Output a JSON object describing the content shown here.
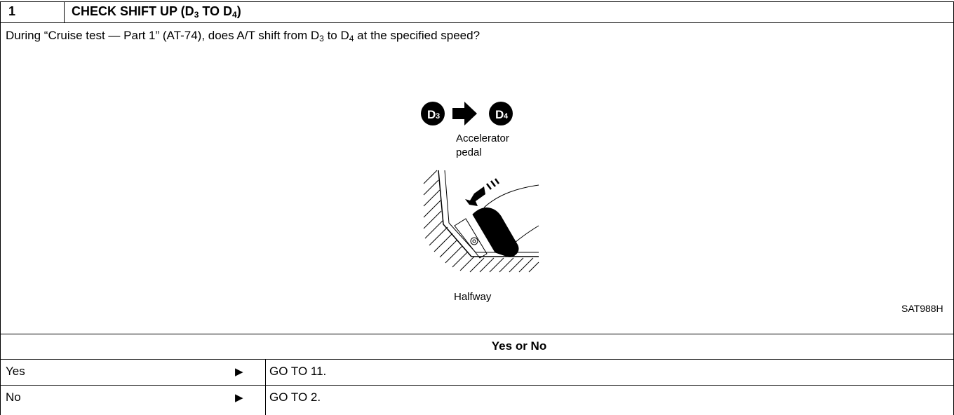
{
  "step": {
    "number": "1",
    "title_prefix": "CHECK SHIFT UP (D",
    "title_sub1": "3",
    "title_mid": " TO D",
    "title_sub2": "4",
    "title_suffix": ")"
  },
  "question": {
    "part1": "During “Cruise test — Part 1” (AT-74), does A/T shift from D",
    "sub1": "3",
    "part2": " to D",
    "sub2": "4",
    "part3": " at the specified speed?"
  },
  "figure": {
    "badge_from": "D",
    "badge_from_sub": "3",
    "badge_to": "D",
    "badge_to_sub": "4",
    "label_line1": "Accelerator",
    "label_line2": "pedal",
    "caption": "Halfway",
    "code": "SAT988H"
  },
  "decision": {
    "label": "Yes or No"
  },
  "answers": [
    {
      "answer": "Yes",
      "arrow": "▶",
      "action": "GO TO 11."
    },
    {
      "answer": "No",
      "arrow": "▶",
      "action": "GO TO 2."
    }
  ],
  "colors": {
    "ink": "#000000",
    "paper": "#ffffff"
  }
}
